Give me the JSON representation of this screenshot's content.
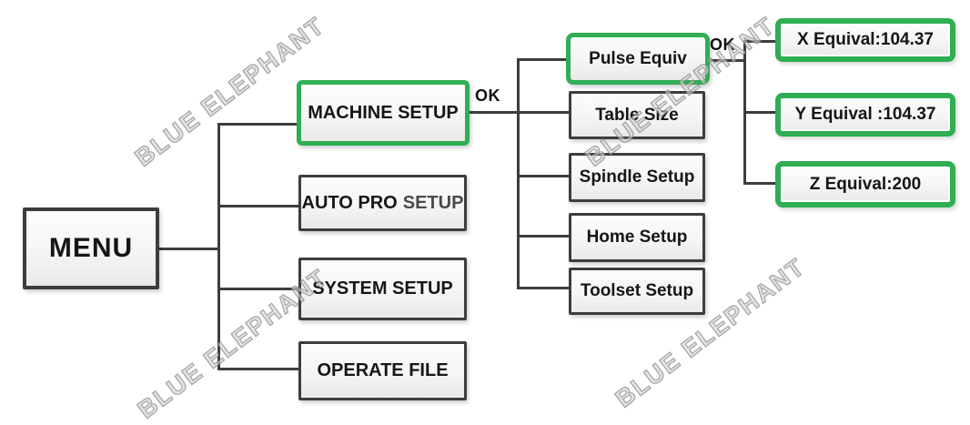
{
  "watermark": {
    "text": "BLUE ELEPHANT"
  },
  "colors": {
    "highlight_green": "#2fae53",
    "box_border": "#3d3d3d",
    "line": "#3d3d3d",
    "text": "#161616"
  },
  "root": {
    "label": "MENU"
  },
  "ok_labels": [
    "OK",
    "OK"
  ],
  "level2": [
    {
      "label": "MACHINE SETUP",
      "highlighted": true
    },
    {
      "label": "AUTO PRO",
      "label2": "SETUP",
      "highlighted": false
    },
    {
      "label": "SYSTEM SETUP",
      "highlighted": false
    },
    {
      "label": "OPERATE FILE",
      "highlighted": false
    }
  ],
  "level3": [
    {
      "label": "Pulse Equiv",
      "highlighted": true
    },
    {
      "label": "Table Size",
      "highlighted": false
    },
    {
      "label": "Spindle Setup",
      "highlighted": false
    },
    {
      "label": "Home Setup",
      "highlighted": false
    },
    {
      "label": "Toolset Setup",
      "highlighted": false
    }
  ],
  "level4": [
    {
      "label": "X Equival:104.37",
      "highlighted": true
    },
    {
      "label": "Y Equival :104.37",
      "highlighted": true
    },
    {
      "label": "Z Equival:200",
      "highlighted": true
    }
  ]
}
